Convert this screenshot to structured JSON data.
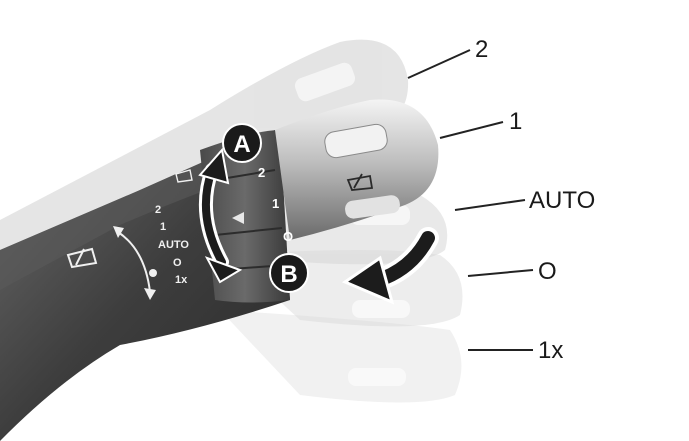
{
  "callouts": [
    {
      "id": "position-2",
      "label": "2"
    },
    {
      "id": "position-1",
      "label": "1"
    },
    {
      "id": "position-auto",
      "label": "AUTO"
    },
    {
      "id": "position-o",
      "label": "O"
    },
    {
      "id": "position-1x",
      "label": "1x"
    }
  ],
  "markers": {
    "a": "A",
    "b": "B"
  },
  "stalk_scale": {
    "top": "2",
    "mid": "1",
    "auto": "AUTO",
    "off": "O",
    "once": "1x"
  },
  "knob_scale": {
    "top": "2",
    "mid": "1",
    "off": "O"
  },
  "icons": {
    "stalk": "rear-wiper-icon",
    "tip": "rear-wiper-icon",
    "small": "washer-icon"
  }
}
